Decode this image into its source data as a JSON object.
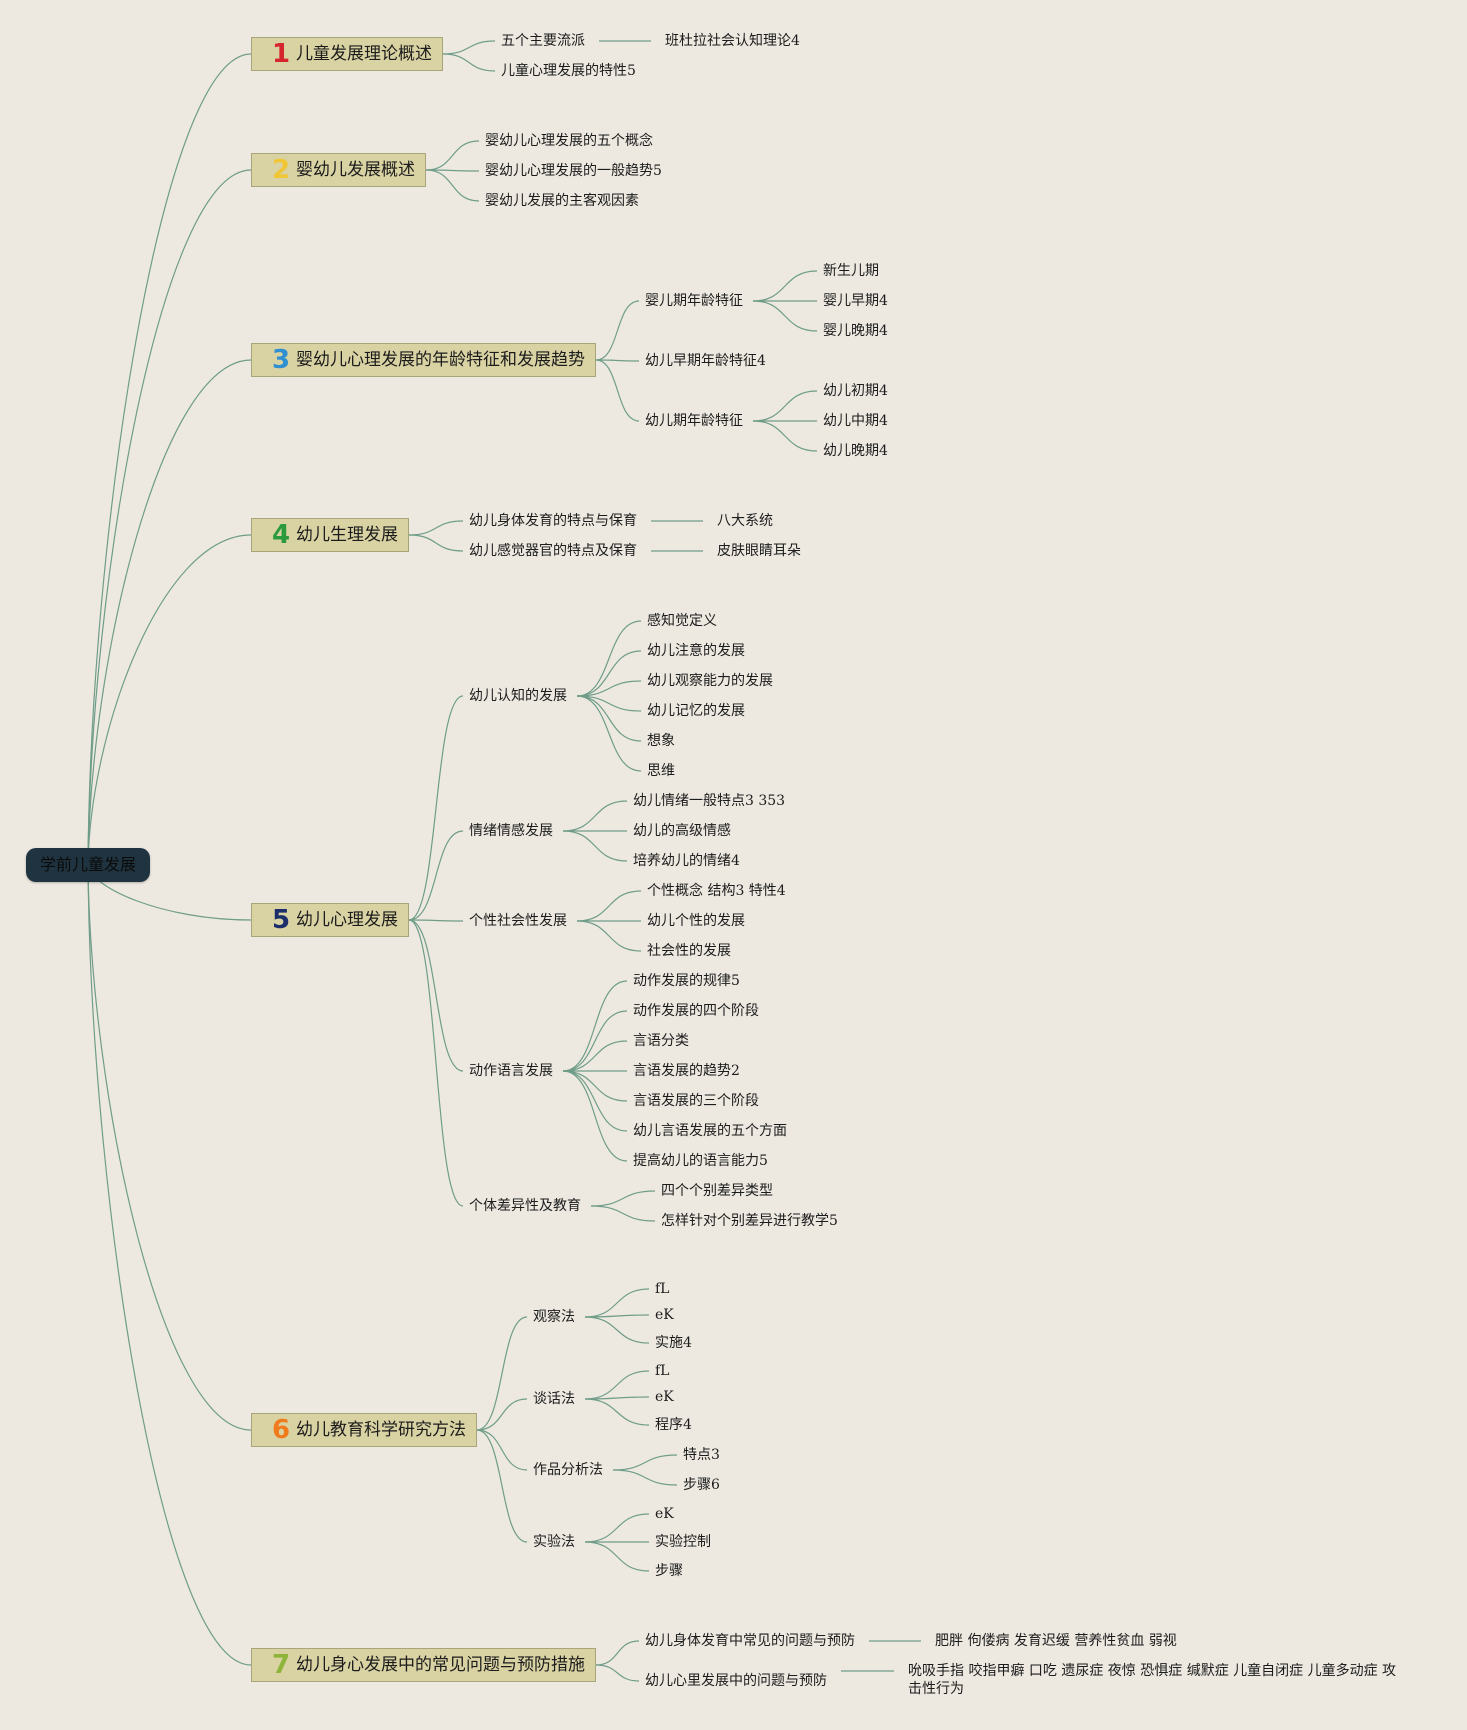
{
  "colors": {
    "background": "#ede9e1",
    "root_fill": "#1f3440",
    "topic_fill": "#d9d2a3",
    "topic_border": "#a9a57a",
    "line": "#6f9d88"
  },
  "root": {
    "label": "学前儿童发展"
  },
  "topics": [
    {
      "number": "1",
      "number_color": "#d6252d",
      "label": "儿童发展理论概述",
      "children": [
        {
          "label": "五个主要流派",
          "children": [
            {
              "label": "班杜拉社会认知理论4"
            }
          ]
        },
        {
          "label": "儿童心理发展的特性5"
        }
      ]
    },
    {
      "number": "2",
      "number_color": "#f0c635",
      "label": "婴幼儿发展概述",
      "children": [
        {
          "label": "婴幼儿心理发展的五个概念"
        },
        {
          "label": "婴幼儿心理发展的一般趋势5"
        },
        {
          "label": "婴幼儿发展的主客观因素"
        }
      ]
    },
    {
      "number": "3",
      "number_color": "#2f8fd1",
      "label": "婴幼儿心理发展的年龄特征和发展趋势",
      "children": [
        {
          "label": "婴儿期年龄特征",
          "children": [
            {
              "label": "新生儿期"
            },
            {
              "label": "婴儿早期4"
            },
            {
              "label": "婴儿晚期4"
            }
          ]
        },
        {
          "label": "幼儿早期年龄特征4"
        },
        {
          "label": "幼儿期年龄特征",
          "children": [
            {
              "label": "幼儿初期4"
            },
            {
              "label": "幼儿中期4"
            },
            {
              "label": "幼儿晚期4"
            }
          ]
        }
      ]
    },
    {
      "number": "4",
      "number_color": "#2a9a3c",
      "label": "幼儿生理发展",
      "children": [
        {
          "label": "幼儿身体发育的特点与保育",
          "children": [
            {
              "label": "八大系统"
            }
          ]
        },
        {
          "label": "幼儿感觉器官的特点及保育",
          "children": [
            {
              "label": "皮肤眼睛耳朵"
            }
          ]
        }
      ]
    },
    {
      "number": "5",
      "number_color": "#1d2f6b",
      "label": "幼儿心理发展",
      "children": [
        {
          "label": "幼儿认知的发展",
          "children": [
            {
              "label": "感知觉定义"
            },
            {
              "label": "幼儿注意的发展"
            },
            {
              "label": "幼儿观察能力的发展"
            },
            {
              "label": "幼儿记忆的发展"
            },
            {
              "label": "想象"
            },
            {
              "label": "思维"
            }
          ]
        },
        {
          "label": "情绪情感发展",
          "children": [
            {
              "label": "幼儿情绪一般特点3 353"
            },
            {
              "label": "幼儿的高级情感"
            },
            {
              "label": "培养幼儿的情绪4"
            }
          ]
        },
        {
          "label": "个性社会性发展",
          "children": [
            {
              "label": "个性概念 结构3 特性4"
            },
            {
              "label": "幼儿个性的发展"
            },
            {
              "label": "社会性的发展"
            }
          ]
        },
        {
          "label": "动作语言发展",
          "children": [
            {
              "label": "动作发展的规律5"
            },
            {
              "label": "动作发展的四个阶段"
            },
            {
              "label": "言语分类"
            },
            {
              "label": "言语发展的趋势2"
            },
            {
              "label": "言语发展的三个阶段"
            },
            {
              "label": "幼儿言语发展的五个方面"
            },
            {
              "label": "提高幼儿的语言能力5"
            }
          ]
        },
        {
          "label": "个体差异性及教育",
          "children": [
            {
              "label": "四个个别差异类型"
            },
            {
              "label": "怎样针对个别差异进行教学5"
            }
          ]
        }
      ]
    },
    {
      "number": "6",
      "number_color": "#f07b1c",
      "label": "幼儿教育科学研究方法",
      "children": [
        {
          "label": "观察法",
          "children": [
            {
              "label": "fL"
            },
            {
              "label": "eK"
            },
            {
              "label": "实施4"
            }
          ]
        },
        {
          "label": "谈话法",
          "children": [
            {
              "label": "fL"
            },
            {
              "label": "eK"
            },
            {
              "label": "程序4"
            }
          ]
        },
        {
          "label": "作品分析法",
          "children": [
            {
              "label": "特点3"
            },
            {
              "label": "步骤6"
            }
          ]
        },
        {
          "label": "实验法",
          "children": [
            {
              "label": "eK"
            },
            {
              "label": "实验控制"
            },
            {
              "label": "步骤"
            }
          ]
        }
      ]
    },
    {
      "number": "7",
      "number_color": "#8fb43a",
      "label": "幼儿身心发展中的常见问题与预防措施",
      "children": [
        {
          "label": "幼儿身体发育中常见的问题与预防",
          "children": [
            {
              "label": "肥胖 佝偻病 发育迟缓 营养性贫血 弱视"
            }
          ]
        },
        {
          "label": "幼儿心里发展中的问题与预防",
          "children": [
            {
              "label": "吮吸手指 咬指甲癖 口吃 遗尿症 夜惊 恐惧症 缄默症 儿童自闭症 儿童多动症 攻击性行为"
            }
          ]
        }
      ]
    }
  ]
}
